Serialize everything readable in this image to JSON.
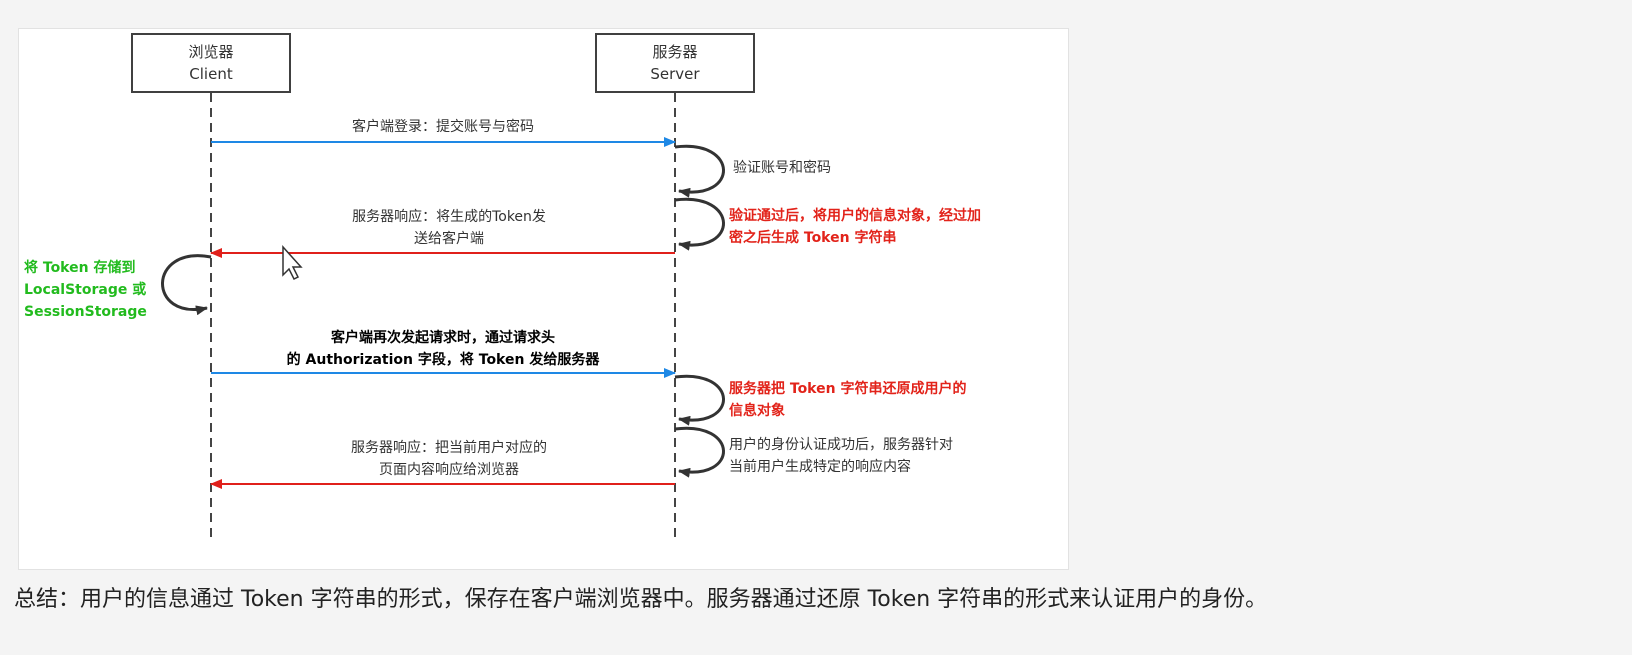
{
  "actors": {
    "client": {
      "line1": "浏览器",
      "line2": "Client"
    },
    "server": {
      "line1": "服务器",
      "line2": "Server"
    }
  },
  "messages": {
    "login": "客户端登录：提交账号与密码",
    "token_response": [
      "服务器响应：将生成的Token发",
      "送给客户端"
    ],
    "request_with_token": [
      "客户端再次发起请求时，通过请求头",
      "的 Authorization 字段，将 Token 发给服务器"
    ],
    "page_response": [
      "服务器响应：把当前用户对应的",
      "页面内容响应给浏览器"
    ]
  },
  "server_notes": {
    "verify": "验证账号和密码",
    "generate_token": [
      "验证通过后，将用户的信息对象，经过加",
      "密之后生成 Token 字符串"
    ],
    "restore_token": [
      "服务器把 Token 字符串还原成用户的",
      "信息对象"
    ],
    "auth_success": [
      "用户的身份认证成功后，服务器针对",
      "当前用户生成特定的响应内容"
    ]
  },
  "client_note": [
    "将 Token 存储到",
    "LocalStorage 或",
    "SessionStorage"
  ],
  "summary": "总结：用户的信息通过 Token 字符串的形式，保存在客户端浏览器中。服务器通过还原 Token 字符串的形式来认证用户的身份。",
  "colors": {
    "request_arrow": "#1e88e5",
    "response_arrow": "#e0201b",
    "highlight_red": "#e2231a",
    "highlight_green": "#22bb1e"
  }
}
